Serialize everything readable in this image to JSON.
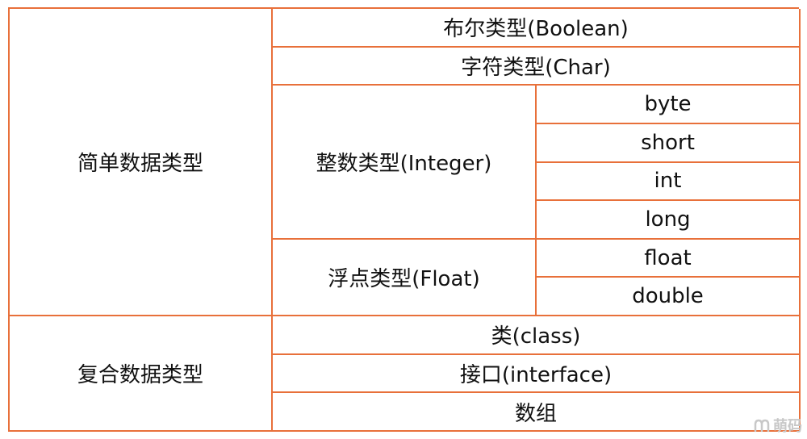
{
  "table": {
    "simple_label": "简单数据类型",
    "boolean": "布尔类型(Boolean)",
    "char": "字符类型(Char)",
    "integer_label": "整数类型(Integer)",
    "integer_types": [
      "byte",
      "short",
      "int",
      "long"
    ],
    "float_label": "浮点类型(Float)",
    "float_types": [
      "float",
      "double"
    ],
    "composite_label": "复合数据类型",
    "composite_types": [
      "类(class)",
      "接口(interface)",
      "数组"
    ]
  },
  "colors": {
    "border": "#e8703a",
    "text": "#111111",
    "watermark": "#c8c8c8"
  },
  "watermark": {
    "text": "萌码"
  }
}
